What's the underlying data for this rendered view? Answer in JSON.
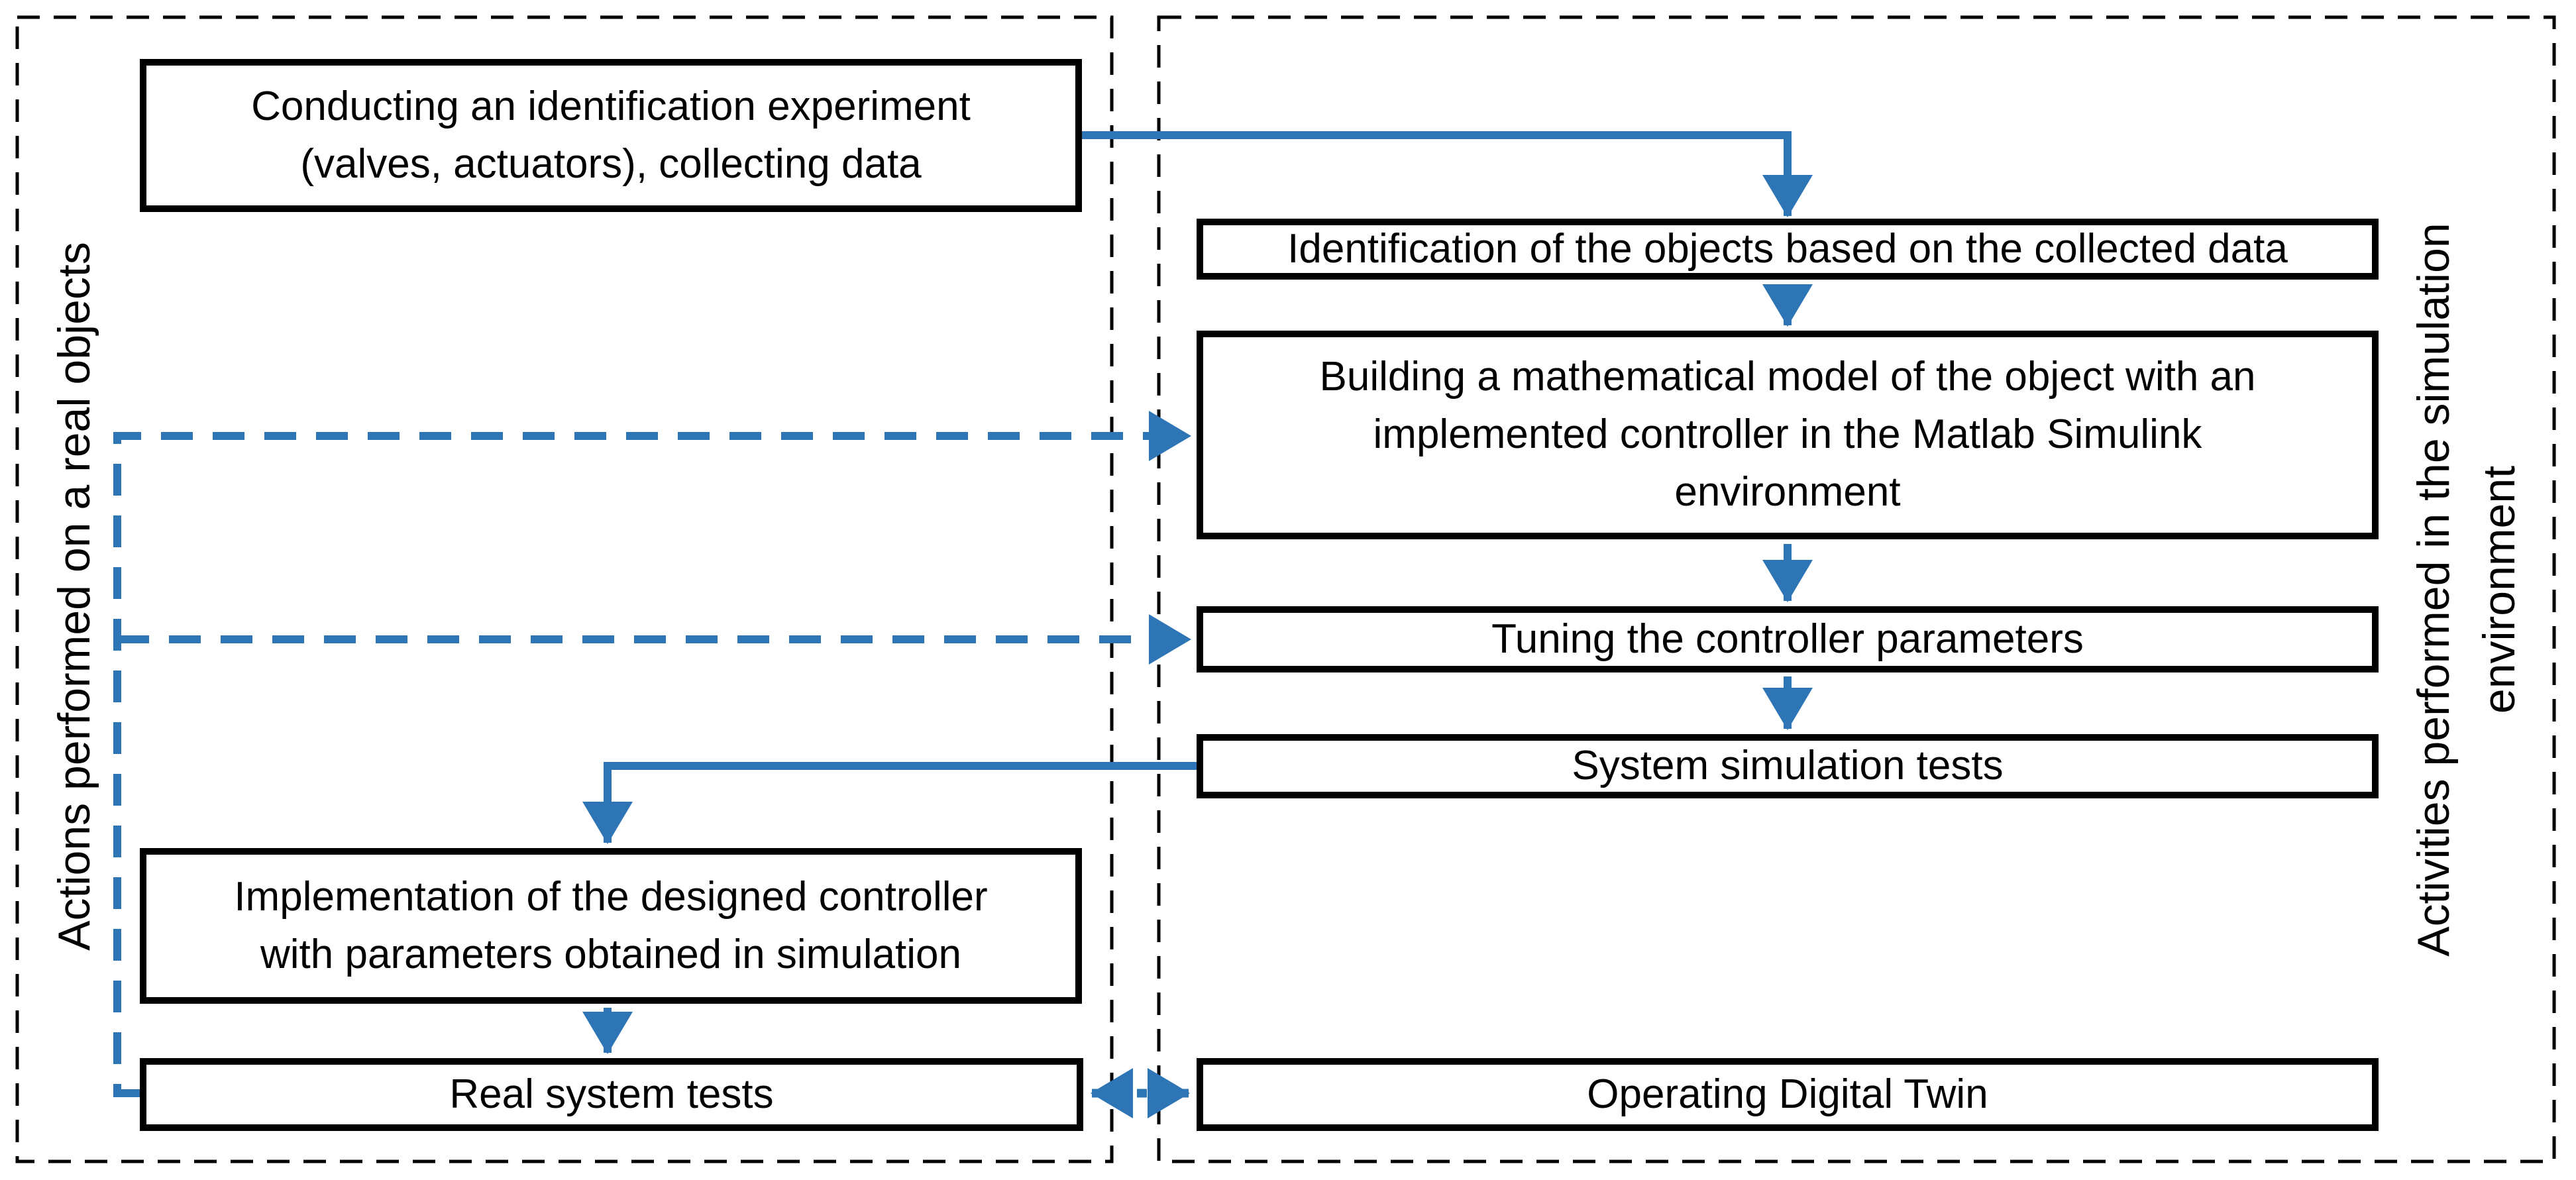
{
  "diagram": {
    "left_section": {
      "label": "Actions performed on a real objects"
    },
    "right_section": {
      "label": "Activities performed in the simulation\nenvironment"
    },
    "boxes": {
      "conducting": "Conducting an identification experiment\n(valves, actuators), collecting data",
      "identification": "Identification of the objects based on the collected data",
      "building": "Building a mathematical model of the object with an\nimplemented controller in the Matlab Simulink\nenvironment",
      "tuning": "Tuning the controller parameters",
      "system_tests": "System simulation tests",
      "implementation": "Implementation of the designed controller\nwith parameters obtained in simulation",
      "real_tests": "Real system tests",
      "digital_twin": "Operating Digital Twin"
    },
    "colors": {
      "connector_blue": "#2E75B6",
      "line_black": "#000000",
      "background": "#FFFFFF"
    }
  }
}
